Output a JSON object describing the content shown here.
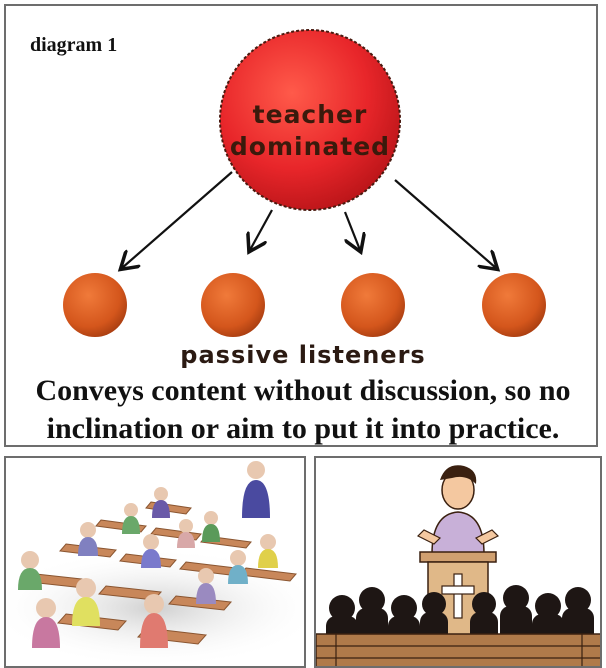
{
  "diagram": {
    "label": "diagram 1",
    "hub": {
      "line1": "teacher",
      "line2": "dominated"
    },
    "listeners_label": "passive listeners",
    "listener_count": 4
  },
  "caption": {
    "line1": "Conveys content without discussion, so no",
    "line2": "inclination or aim to put it into practice."
  },
  "colors": {
    "hub": "#e8262a",
    "hub_border": "#4a1a10",
    "listener": "#d4561c",
    "panel_border": "#6d6d6d",
    "pew": "#b07a4a"
  },
  "illustrations": [
    {
      "name": "classroom-rows-illustration"
    },
    {
      "name": "preacher-pulpit-illustration"
    }
  ]
}
